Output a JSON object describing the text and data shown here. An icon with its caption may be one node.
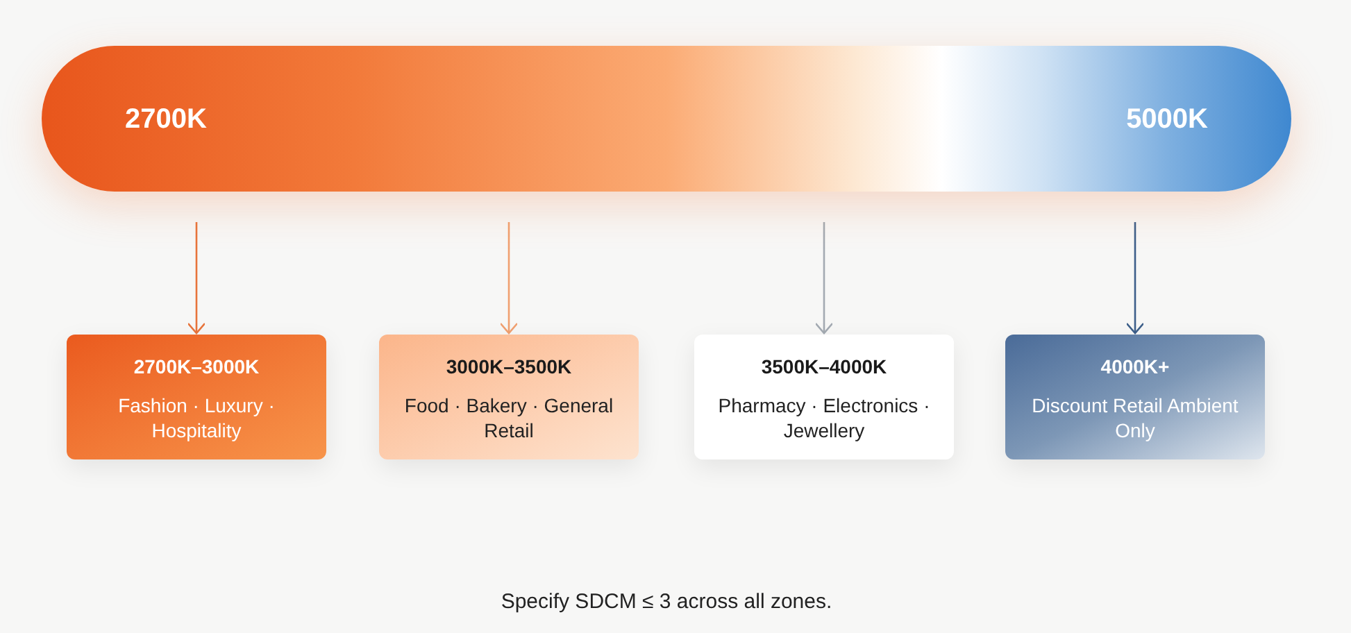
{
  "diagram": {
    "caption": "Specify SDCM ≤ 3 across all zones.",
    "nodes": [
      {
        "text": [
          "2700K",
          "5000K"
        ]
      },
      {
        "text": [
          "2700K–3000K",
          "Fashion · Luxury · Hospitality"
        ]
      },
      {
        "text": [
          "3000K–3500K",
          "Food · Bakery · General Retail"
        ]
      },
      {
        "text": [
          "3500K–4000K",
          "Pharmacy · Electronics · Jewellery"
        ]
      },
      {
        "text": [
          "4000K+",
          "Discount Retail Ambient Only"
        ]
      }
    ],
    "edges": [
      {
        "from": 0,
        "to": 1,
        "arrow": "to",
        "color": "#e8743b"
      },
      {
        "from": 0,
        "to": 2,
        "arrow": "to",
        "color": "#f0a070"
      },
      {
        "from": 0,
        "to": 3,
        "arrow": "to",
        "color": "#a3aab2"
      },
      {
        "from": 0,
        "to": 4,
        "arrow": "to",
        "color": "#3d5f8a"
      }
    ]
  }
}
